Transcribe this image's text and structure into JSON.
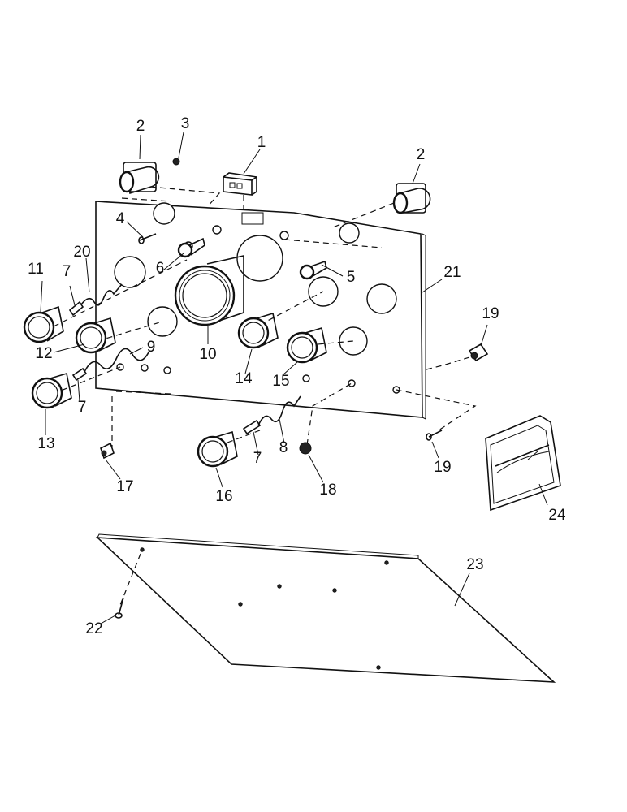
{
  "callouts": [
    {
      "id": "1",
      "text": "1"
    },
    {
      "id": "2a",
      "text": "2"
    },
    {
      "id": "2b",
      "text": "2"
    },
    {
      "id": "3",
      "text": "3"
    },
    {
      "id": "4",
      "text": "4"
    },
    {
      "id": "5",
      "text": "5"
    },
    {
      "id": "6",
      "text": "6"
    },
    {
      "id": "7a",
      "text": "7"
    },
    {
      "id": "7b",
      "text": "7"
    },
    {
      "id": "7c",
      "text": "7"
    },
    {
      "id": "8",
      "text": "8"
    },
    {
      "id": "9",
      "text": "9"
    },
    {
      "id": "10",
      "text": "10"
    },
    {
      "id": "11",
      "text": "11"
    },
    {
      "id": "12",
      "text": "12"
    },
    {
      "id": "13",
      "text": "13"
    },
    {
      "id": "14",
      "text": "14"
    },
    {
      "id": "15",
      "text": "15"
    },
    {
      "id": "16",
      "text": "16"
    },
    {
      "id": "17",
      "text": "17"
    },
    {
      "id": "18",
      "text": "18"
    },
    {
      "id": "19a",
      "text": "19"
    },
    {
      "id": "19b",
      "text": "19"
    },
    {
      "id": "20",
      "text": "20"
    },
    {
      "id": "21",
      "text": "21"
    },
    {
      "id": "22",
      "text": "22"
    },
    {
      "id": "23",
      "text": "23"
    },
    {
      "id": "24",
      "text": "24"
    }
  ]
}
